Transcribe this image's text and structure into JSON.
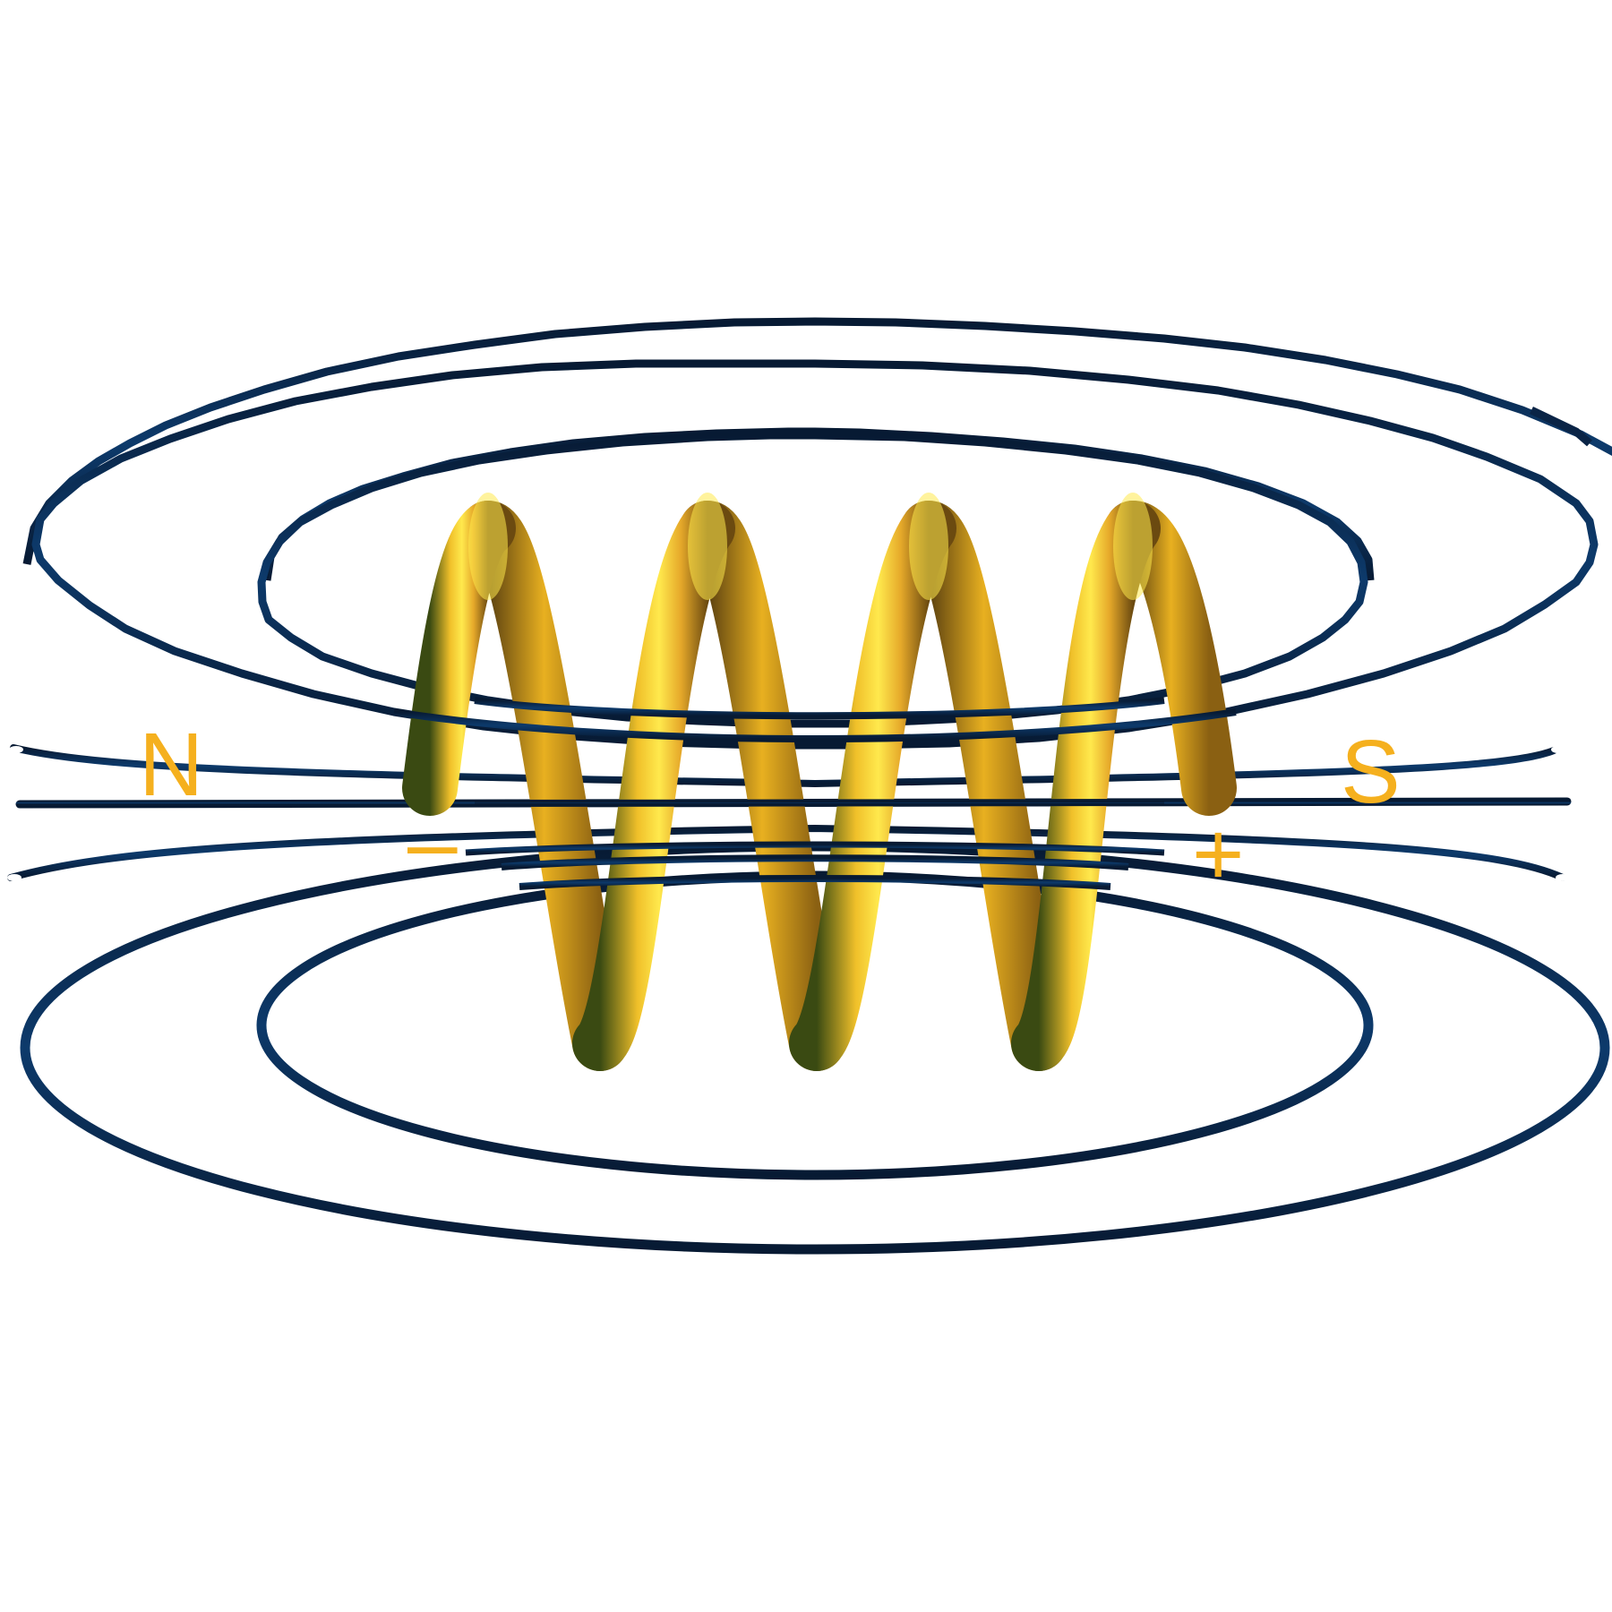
{
  "labels": {
    "north_pole": "N",
    "south_pole": "S",
    "negative_terminal": "–",
    "positive_terminal": "+"
  },
  "colors": {
    "background": "#ffffff",
    "label": "#f5b01e",
    "field_line_dark": "#071a33",
    "field_line_mid": "#0d3a6b",
    "field_line_light": "#2b6aa3",
    "coil_highlight": "#ffe94d",
    "coil_mid": "#e6a92a",
    "coil_dark": "#6b4a10",
    "coil_shadow": "#3a4a12"
  },
  "coil": {
    "turns": 4
  }
}
